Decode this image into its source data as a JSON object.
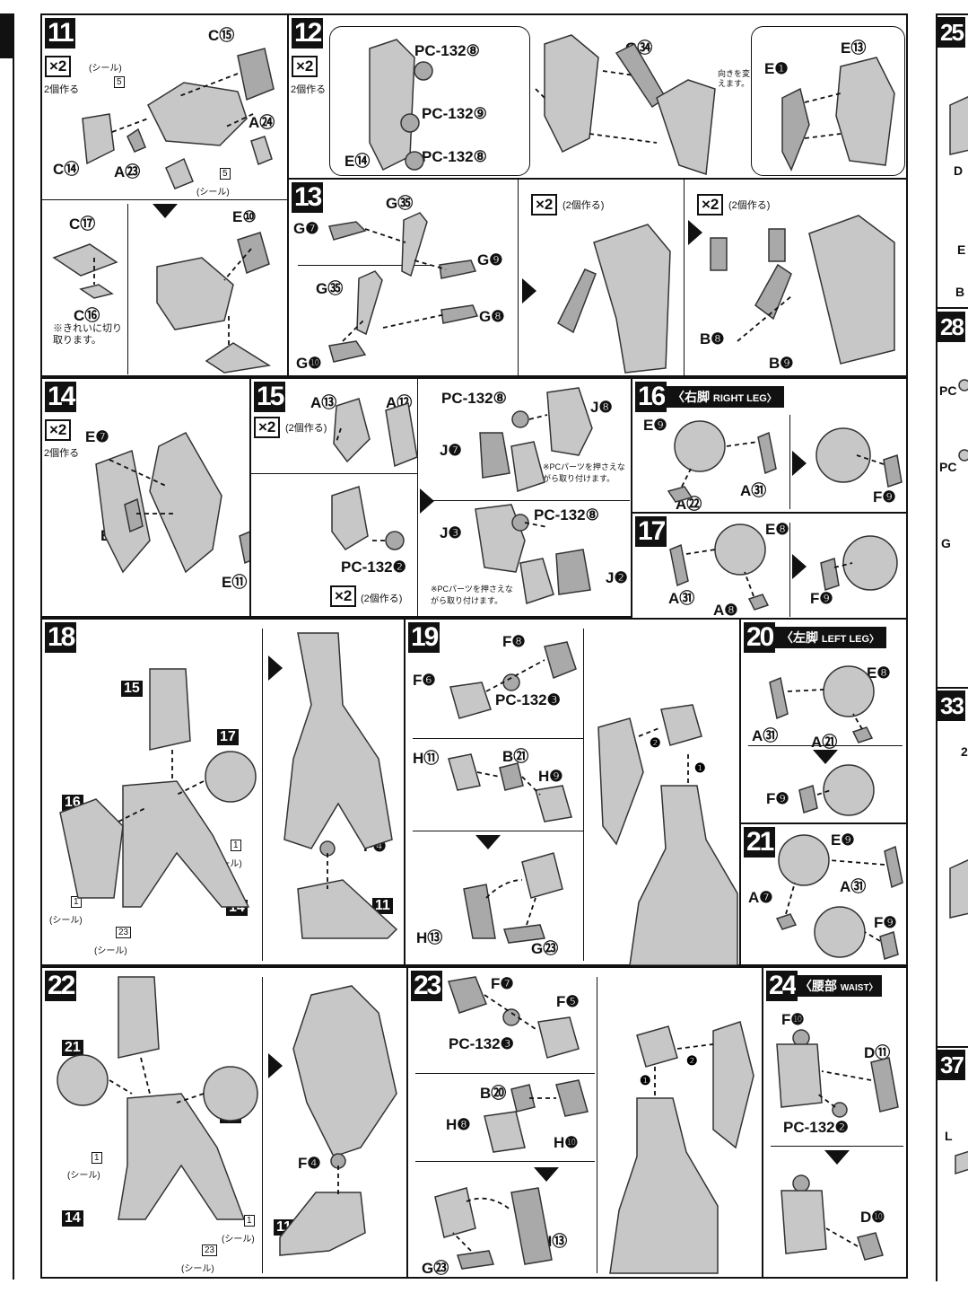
{
  "common": {
    "x2": "×2",
    "x2_note": "2個作る",
    "x2_note_paren": "(2個作る)",
    "sticker": "(シール)",
    "pc_note": "※PCパーツを押さえながら取り付けます。"
  },
  "step11": {
    "num": "11",
    "labels": [
      "C⑮",
      "A㉔",
      "A㉓",
      "C⑭",
      "C⑰",
      "C⑯",
      "E⑩"
    ],
    "sticker_num": "5",
    "note": "※きれいに切り取ります。"
  },
  "step12": {
    "num": "12",
    "labels": [
      "PC-132⑧",
      "PC-132⑨",
      "PC-132⑧",
      "E⑭",
      "G㉞",
      "E⑬",
      "E❶"
    ],
    "note": "向きを変えます。"
  },
  "step13": {
    "num": "13",
    "labels": [
      "G㉟",
      "G❼",
      "G❾",
      "G㉟",
      "G❽",
      "G❿",
      "B❽",
      "B❾"
    ]
  },
  "step14": {
    "num": "14",
    "labels": [
      "E❼",
      "E⑪",
      "E❻",
      "E⑪"
    ]
  },
  "step15": {
    "num": "15",
    "labels": [
      "A⑬",
      "A⑫",
      "PC-132❷",
      "PC-132⑧",
      "J❽",
      "J❼",
      "PC-132⑧",
      "J❸",
      "J❷"
    ]
  },
  "step16": {
    "num": "16",
    "title_jp": "〈右脚",
    "title_en": "RIGHT LEG〉",
    "labels": [
      "E❾",
      "A㉒",
      "A㉛",
      "F❾"
    ]
  },
  "step17": {
    "num": "17",
    "labels": [
      "E❽",
      "A㉛",
      "A❽",
      "F❾"
    ]
  },
  "step18": {
    "num": "18",
    "refs": [
      "15",
      "17",
      "16",
      "14",
      "11"
    ],
    "labels": [
      "F❹"
    ],
    "sticker_nums": [
      "1",
      "1",
      "23"
    ]
  },
  "step19": {
    "num": "19",
    "labels": [
      "F❽",
      "F❻",
      "PC-132❸",
      "H⑪",
      "B㉑",
      "H❾",
      "H⑬",
      "G㉓"
    ]
  },
  "step20": {
    "num": "20",
    "title_jp": "〈左脚",
    "title_en": "LEFT LEG〉",
    "labels": [
      "E❽",
      "A㉛",
      "A㉑",
      "F❾"
    ]
  },
  "step21": {
    "num": "21",
    "labels": [
      "E❾",
      "A❼",
      "A㉛",
      "F❾"
    ]
  },
  "step22": {
    "num": "22",
    "refs": [
      "15",
      "21",
      "20",
      "14",
      "11"
    ],
    "labels": [
      "F❹"
    ],
    "sticker_nums": [
      "1",
      "1",
      "23"
    ]
  },
  "step23": {
    "num": "23",
    "labels": [
      "F❼",
      "F❺",
      "PC-132❸",
      "B⑳",
      "H❽",
      "H❿",
      "H⑬",
      "G㉓"
    ]
  },
  "step24": {
    "num": "24",
    "title_jp": "〈腰部",
    "title_en": "WAIST〉",
    "labels": [
      "F❿",
      "D⑪",
      "PC-132❷",
      "D❿"
    ]
  },
  "right_edge": {
    "nums": [
      "25",
      "28",
      "33",
      "37"
    ],
    "labels": [
      "D",
      "E",
      "B",
      "PC",
      "PC",
      "G",
      "2",
      "L"
    ]
  }
}
